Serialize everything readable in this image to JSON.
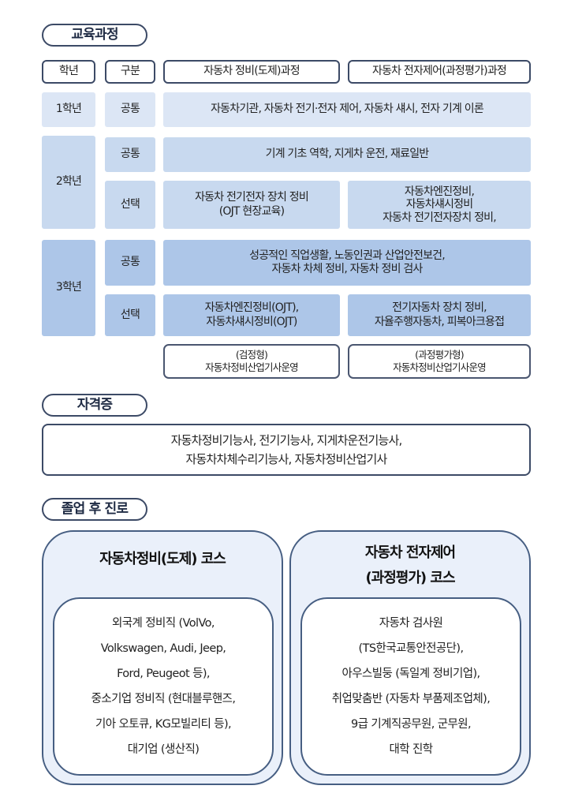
{
  "sections": {
    "curriculum": "교육과정",
    "certificate": "자격증",
    "career": "졸업 후 진로"
  },
  "header": {
    "grade": "학년",
    "category": "구분",
    "course1": "자동차 정비(도제)과정",
    "course2": "자동차 전자제어(과정평가)과정"
  },
  "grade1": {
    "label": "1학년",
    "common_label": "공통",
    "common": "자동차기관, 자동차 전기·전자 제어, 자동차 섀시, 전자 기계 이론"
  },
  "grade2": {
    "label": "2학년",
    "common_label": "공통",
    "common": "기계 기초 역학, 지게차 운전, 재료일반",
    "elective_label": "선택",
    "elective1": [
      "자동차 전기전자 장치 정비",
      "(OJT 현장교육)"
    ],
    "elective2": [
      "자동차엔진정비,",
      "자동차섀시정비",
      "자동차 전기전자장치 정비,"
    ]
  },
  "grade3": {
    "label": "3학년",
    "common_label": "공통",
    "common": [
      "성공적인 직업생활, 노동인권과 산업안전보건,",
      "자동차 차체 정비, 자동차 정비 검사"
    ],
    "elective_label": "선택",
    "elective1": [
      "자동차엔진정비(OJT),",
      "자동차섀시정비(OJT)"
    ],
    "elective2": [
      "전기자동차 장치 정비,",
      "자율주행자동차, 피복아크용접"
    ]
  },
  "operation": {
    "left": [
      "(검정형)",
      "자동차정비산업기사운영"
    ],
    "right": [
      "(과정평가형)",
      "자동차정비산업기사운영"
    ]
  },
  "certificates": [
    "자동차정비기능사, 전기기능사, 지게차운전기능사,",
    "자동차차체수리기능사, 자동차정비산업기사"
  ],
  "careers": [
    {
      "title": [
        "자동차정비(도제) 코스"
      ],
      "items": [
        "외국계 정비직 (VolVo,",
        "Volkswagen, Audi, Jeep,",
        "Ford, Peugeot 등),",
        "중소기업 정비직 (현대블루핸즈,",
        "기아 오토큐, KG모빌리티 등),",
        "대기업 (생산직)"
      ]
    },
    {
      "title": [
        "자동차 전자제어",
        "(과정평가) 코스"
      ],
      "items": [
        "자동차 검사원",
        "(TS한국교통안전공단),",
        "아우스빌둥 (독일계 정비기업),",
        "취업맞춤반 (자동차 부품제조업체),",
        "9급 기계직공무원, 군무원,",
        "대학 진학"
      ]
    }
  ]
}
